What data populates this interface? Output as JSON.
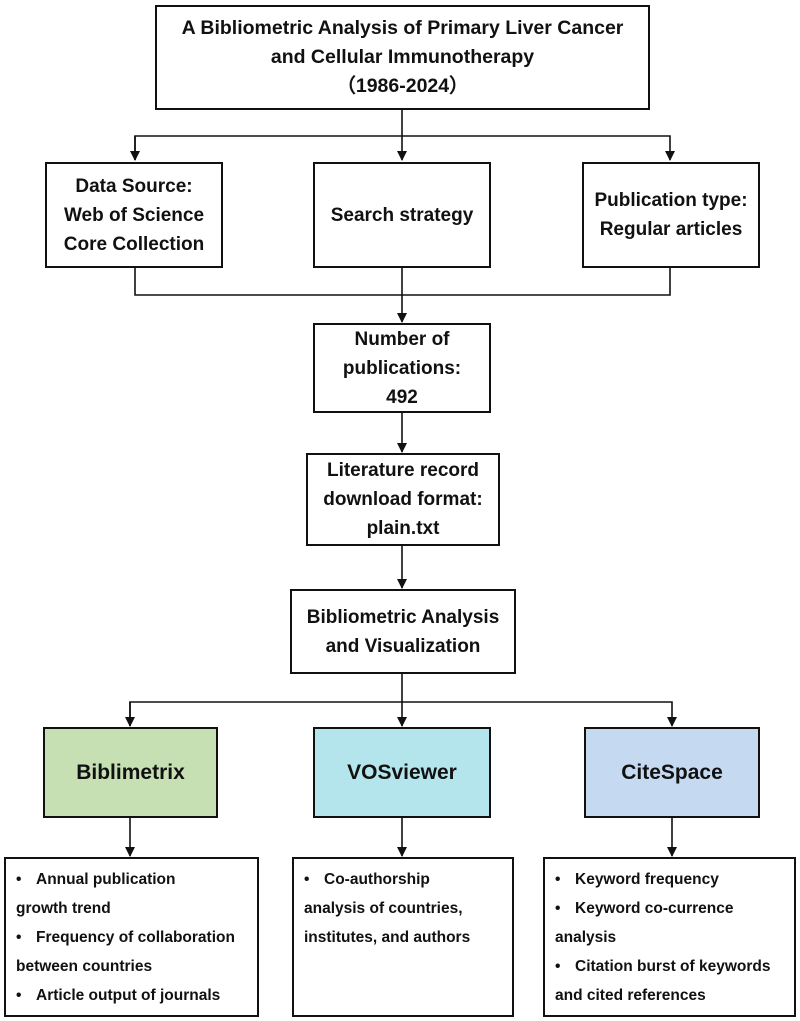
{
  "title_box": {
    "line1": "A Bibliometric Analysis of Primary Liver Cancer",
    "line2": "and Cellular Immunotherapy",
    "line3": "（1986-2024）"
  },
  "inputs": {
    "data_source": {
      "line1": "Data Source:",
      "line2": "Web of Science",
      "line3": "Core Collection"
    },
    "search_strategy": {
      "line1": "Search strategy"
    },
    "publication_type": {
      "line1": "Publication type:",
      "line2": "Regular articles"
    }
  },
  "publications": {
    "line1": "Number of",
    "line2": "publications:",
    "line3": "492"
  },
  "download_format": {
    "line1": "Literature record",
    "line2": "download format:",
    "line3": "plain.txt"
  },
  "analysis": {
    "line1": "Bibliometric Analysis",
    "line2": "and Visualization"
  },
  "tools": [
    {
      "name": "Biblimetrix",
      "color": "#c6e0b4"
    },
    {
      "name": "VOSviewer",
      "color": "#b4e4ec"
    },
    {
      "name": "CiteSpace",
      "color": "#c5d9f1"
    }
  ],
  "outputs": {
    "biblimetrix": [
      {
        "bullet": "•",
        "text_a": "Annual publication",
        "text_b": "growth trend"
      },
      {
        "bullet": "•",
        "text_a": "Frequency of collaboration",
        "text_b": "between countries"
      },
      {
        "bullet": "•",
        "text_a": "Article output of journals"
      }
    ],
    "vosviewer": [
      {
        "bullet": "•",
        "text_a": "Co-authorship",
        "text_b": "analysis of countries,",
        "text_c": "institutes, and authors"
      }
    ],
    "citespace": [
      {
        "bullet": "•",
        "text_a": "Keyword frequency"
      },
      {
        "bullet": "•",
        "text_a": "Keyword co-currence",
        "text_b": "analysis"
      },
      {
        "bullet": "•",
        "text_a": "Citation burst of keywords",
        "text_b": "and cited references"
      }
    ]
  }
}
